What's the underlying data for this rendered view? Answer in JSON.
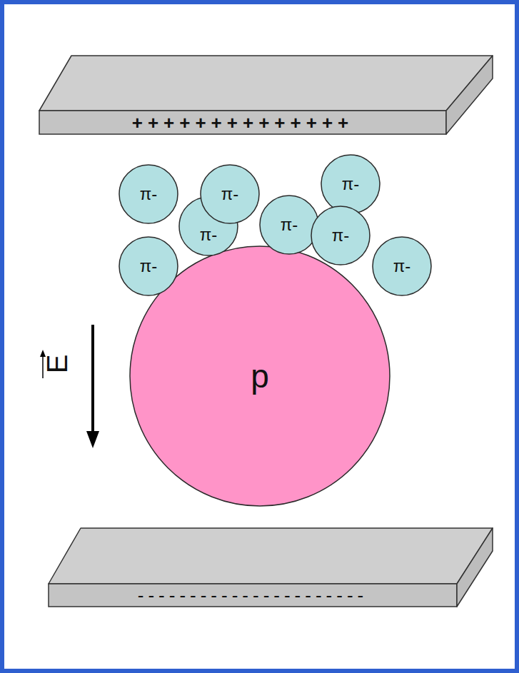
{
  "diagram": {
    "nodes": [
      {
        "text": [
          "++++++++++++++"
        ]
      },
      {
        "text": [
          "π-"
        ]
      },
      {
        "text": [
          "π-"
        ]
      },
      {
        "text": [
          "π-"
        ]
      },
      {
        "text": [
          "π-"
        ]
      },
      {
        "text": [
          "π-"
        ]
      },
      {
        "text": [
          "π-"
        ]
      },
      {
        "text": [
          "π-"
        ]
      },
      {
        "text": [
          "π-"
        ]
      },
      {
        "text": [
          "p"
        ]
      },
      {
        "text": [
          "----------------------"
        ]
      }
    ],
    "labels": [
      "E"
    ]
  }
}
